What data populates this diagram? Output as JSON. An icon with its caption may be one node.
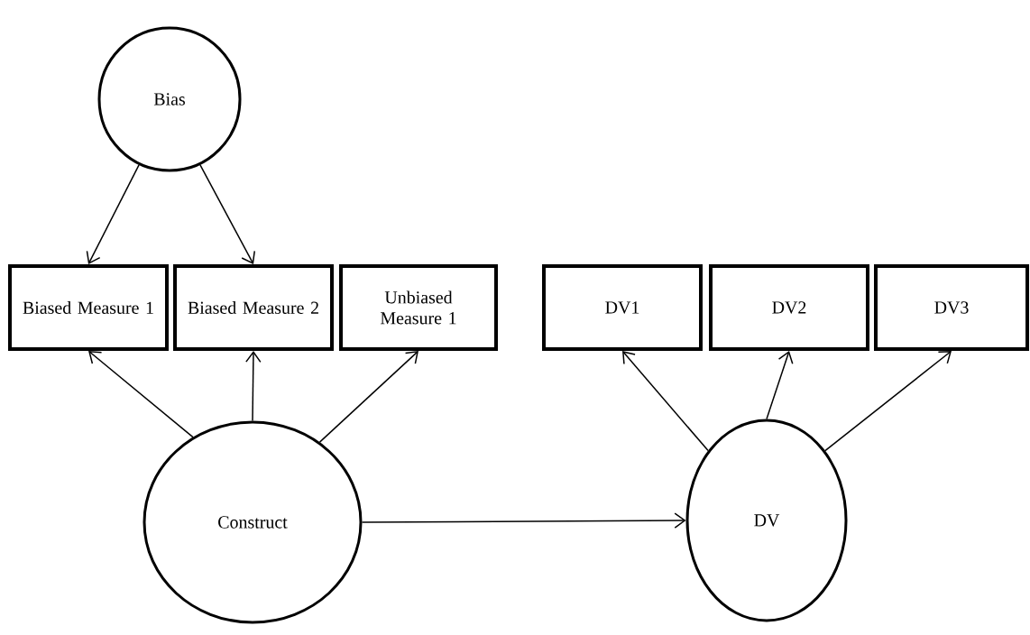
{
  "diagram": {
    "nodes": [
      {
        "text": [
          "Bias"
        ]
      },
      {
        "text": [
          "Biased Measure 1"
        ]
      },
      {
        "text": [
          "Biased Measure 2"
        ]
      },
      {
        "text": [
          "Unbiased Measure 1"
        ]
      },
      {
        "text": [
          "DV1"
        ]
      },
      {
        "text": [
          "DV2"
        ]
      },
      {
        "text": [
          "DV3"
        ]
      },
      {
        "text": [
          "Construct"
        ]
      },
      {
        "text": [
          "DV"
        ]
      }
    ],
    "edges": [
      {
        "from": 0,
        "to": 1,
        "arrow": "to"
      },
      {
        "from": 0,
        "to": 2,
        "arrow": "to"
      },
      {
        "from": 7,
        "to": 1,
        "arrow": "to"
      },
      {
        "from": 7,
        "to": 2,
        "arrow": "to"
      },
      {
        "from": 7,
        "to": 3,
        "arrow": "to"
      },
      {
        "from": 8,
        "to": 4,
        "arrow": "to"
      },
      {
        "from": 8,
        "to": 5,
        "arrow": "to"
      },
      {
        "from": 8,
        "to": 6,
        "arrow": "to"
      },
      {
        "from": 7,
        "to": 8,
        "arrow": "to"
      }
    ]
  }
}
